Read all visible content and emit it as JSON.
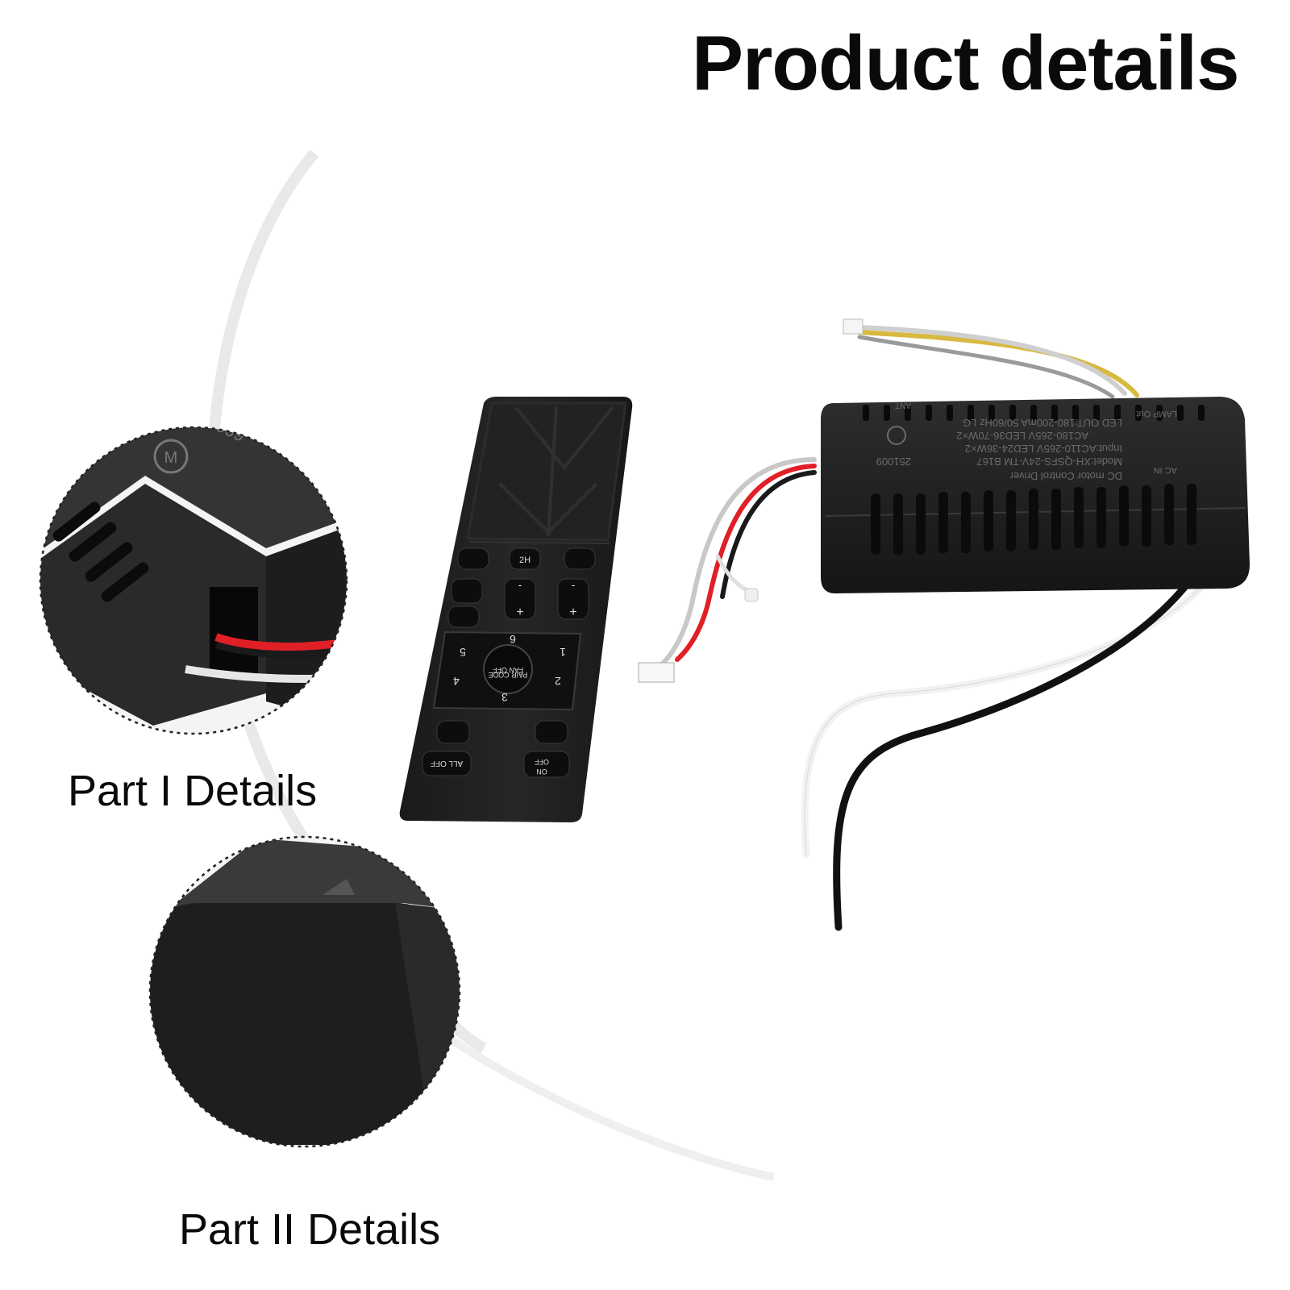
{
  "title": "Product details",
  "details": [
    {
      "label": "Part I Details"
    },
    {
      "label": "Part II Details"
    }
  ],
  "remote": {
    "buttons": [
      "2H",
      "PAIR CODE",
      "FAN OFF",
      "ALL OFF",
      "ON",
      "OFF",
      "1",
      "2",
      "3",
      "4",
      "5",
      "6",
      "+",
      "-"
    ]
  },
  "driver": {
    "label_lines": [
      "DC motor Control Driver",
      "Model:XH-QSFS-24V-TM B167",
      "Input:AC110-265V LED24-36W×2",
      "AC180-265V LED36-70W×2",
      "LED OUT:180-200mA   50/60Hz  LG",
      "251009",
      "ANT",
      "AC IN",
      "LAMP Out"
    ]
  },
  "closeup_text": [
    "251009",
    "M"
  ],
  "colors": {
    "background": "#ffffff",
    "device": "#1c1c1c",
    "text": "#0a0a0a"
  }
}
